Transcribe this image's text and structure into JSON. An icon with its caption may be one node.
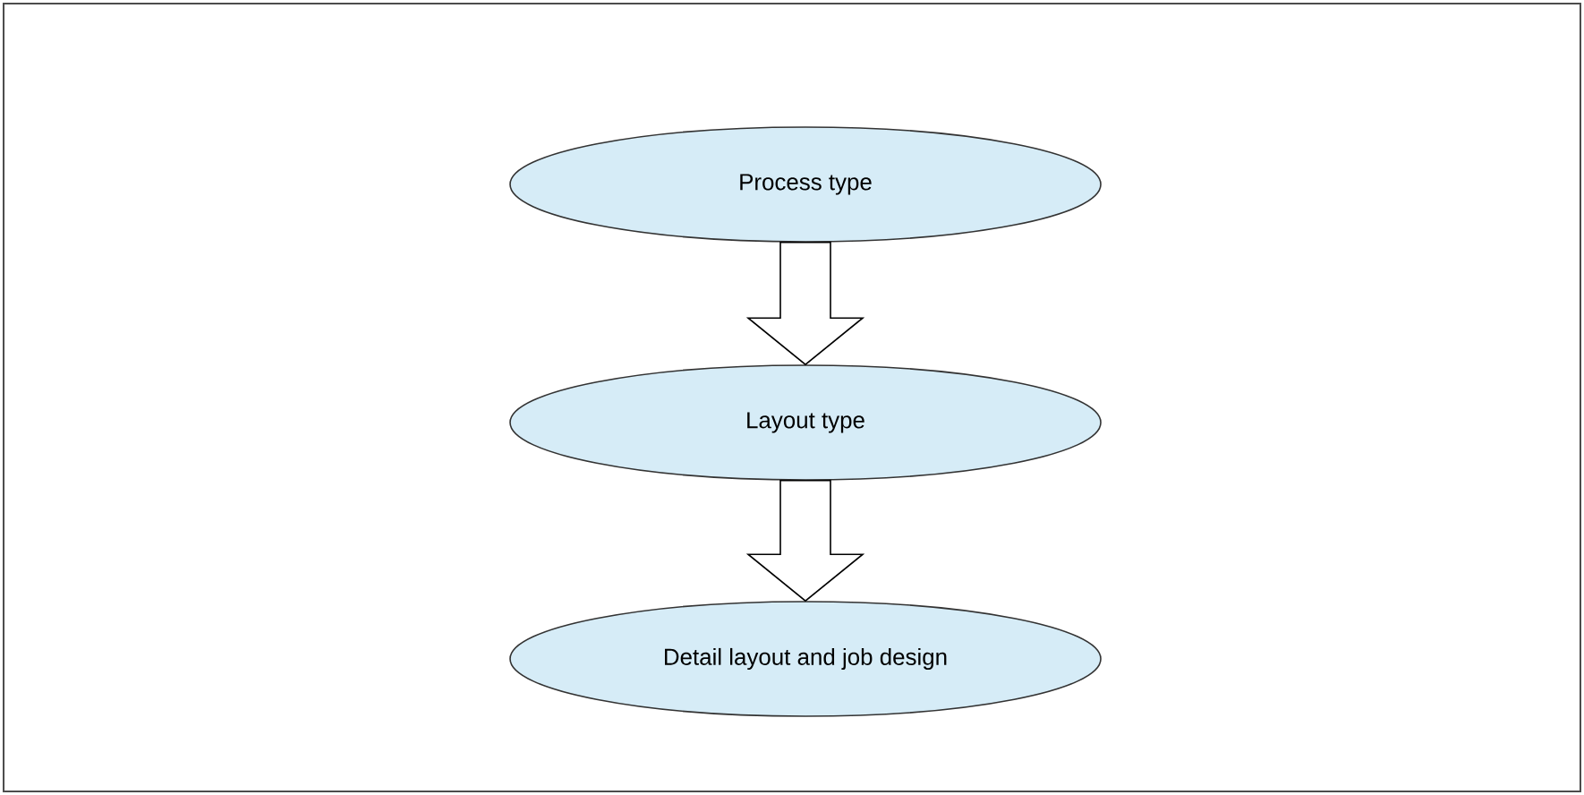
{
  "diagram": {
    "nodes": [
      {
        "text": [
          "Process type"
        ]
      },
      {
        "text": [
          "Layout type"
        ]
      },
      {
        "text": [
          "Detail layout and job design"
        ]
      }
    ],
    "edges": [
      {
        "from": 0,
        "to": 1,
        "arrow": "to"
      },
      {
        "from": 1,
        "to": 2,
        "arrow": "to"
      }
    ]
  }
}
